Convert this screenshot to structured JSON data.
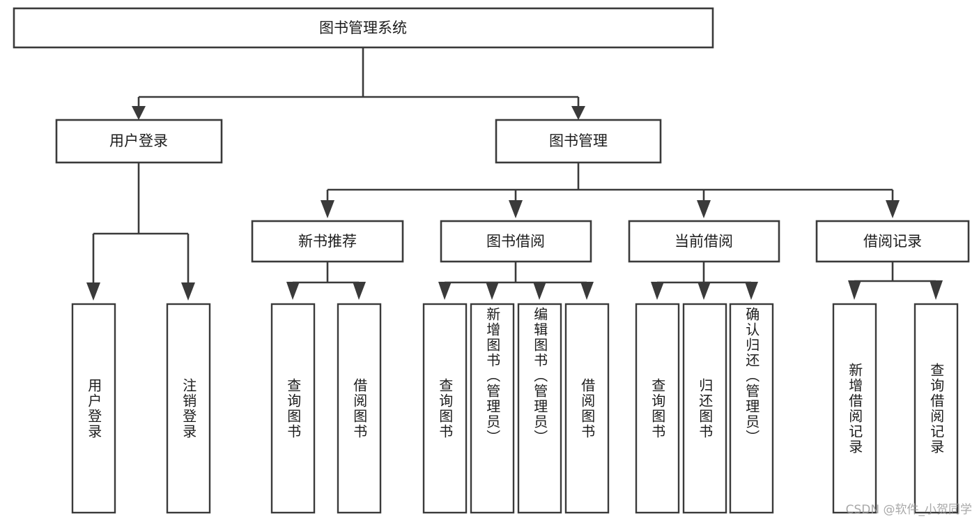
{
  "diagram": {
    "type": "tree",
    "title_node": {
      "label": "图书管理系统"
    },
    "level1": [
      {
        "label": "用户登录"
      },
      {
        "label": "图书管理"
      }
    ],
    "level2": [
      {
        "label": "新书推荐"
      },
      {
        "label": "图书借阅"
      },
      {
        "label": "当前借阅"
      },
      {
        "label": "借阅记录"
      }
    ],
    "leaves": {
      "user_login": [
        {
          "label": "用户登录"
        },
        {
          "label": "注销登录"
        }
      ],
      "new_book_recommend": [
        {
          "label": "查询图书"
        },
        {
          "label": "借阅图书"
        }
      ],
      "book_borrow": [
        {
          "label": "查询图书"
        },
        {
          "label": "新增图书（管理员）"
        },
        {
          "label": "编辑图书（管理员）"
        },
        {
          "label": "借阅图书"
        }
      ],
      "current_borrow": [
        {
          "label": "查询图书"
        },
        {
          "label": "归还图书"
        },
        {
          "label": "确认归还（管理员）"
        }
      ],
      "borrow_record": [
        {
          "label": "新增借阅记录"
        },
        {
          "label": "查询借阅记录"
        }
      ]
    }
  },
  "watermark": {
    "text": "CSDN @软件_小贺同学"
  },
  "colors": {
    "stroke": "#3a3a3a",
    "text": "#1c1c1c",
    "background": "#ffffff",
    "watermark": "#9a9a9a"
  }
}
